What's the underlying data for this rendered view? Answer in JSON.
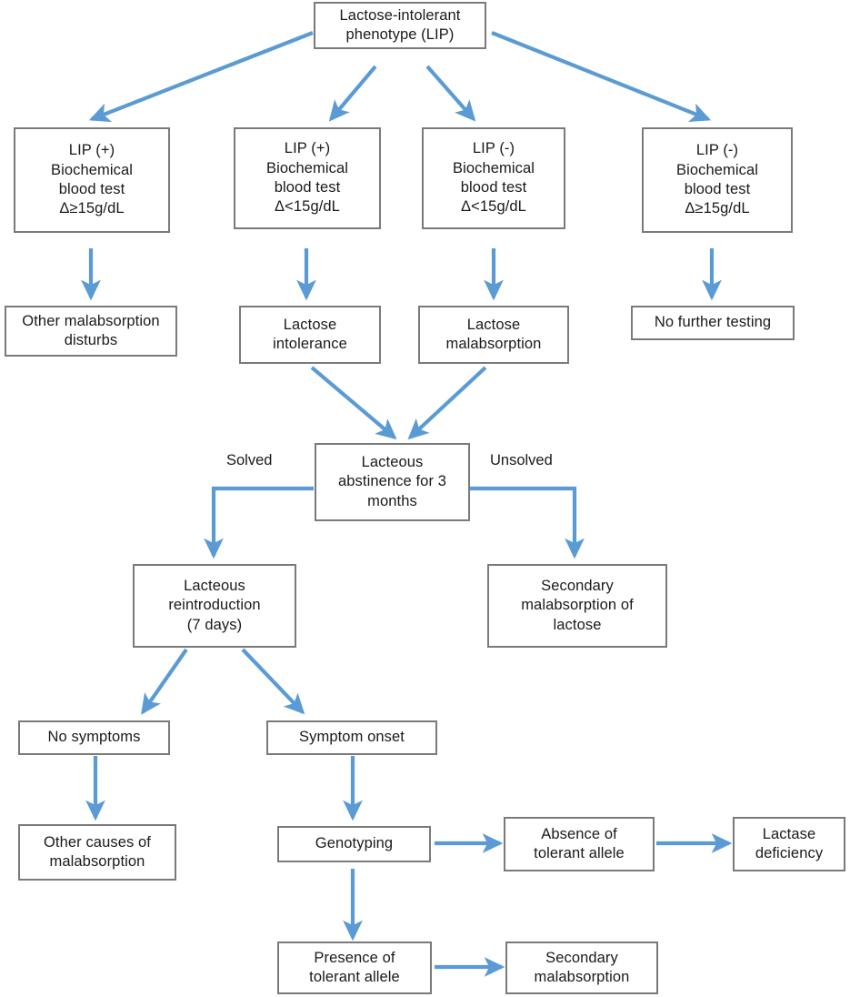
{
  "diagram": {
    "title": "Lactose intolerance diagnostic algorithm flowchart",
    "accent_color": "#5b9bd5",
    "box_border_color": "#7a7a7a",
    "background_color": "#ffffff",
    "text_color": "#1a1a1a"
  },
  "nodes": {
    "root": {
      "line1": "Lactose-intolerant",
      "line2": "phenotype (LIP)"
    },
    "lip_pos_high": {
      "line1": "LIP  (+)",
      "line2": "Biochemical",
      "line3": "blood test",
      "line4": "Δ≥15g/dL"
    },
    "lip_pos_low": {
      "line1": "LIP (+)",
      "line2": "Biochemical",
      "line3": "blood test",
      "line4": "Δ<15g/dL"
    },
    "lip_neg_low": {
      "line1": "LIP (-)",
      "line2": "Biochemical",
      "line3": "blood test",
      "line4": "Δ<15g/dL"
    },
    "lip_neg_high": {
      "line1": "LIP (-)",
      "line2": "Biochemical",
      "line3": "blood test",
      "line4": "Δ≥15g/dL"
    },
    "other_malabsorption_disturbs": {
      "line1": "Other  malabsorption",
      "line2": "disturbs"
    },
    "lactose_intolerance": {
      "line1": "Lactose",
      "line2": "intolerance"
    },
    "lactose_malabsorption": {
      "line1": "Lactose",
      "line2": "malabsorption"
    },
    "no_further_testing": {
      "line1": "No further testing"
    },
    "lacteous_abstinence": {
      "line1": "Lacteous",
      "line2": "abstinence for 3",
      "line3": "months"
    },
    "lacteous_reintroduction": {
      "line1": "Lacteous",
      "line2": "reintroduction",
      "line3": "(7 days)"
    },
    "secondary_malabsorption_lactose": {
      "line1": "Secondary",
      "line2": "malabsorption of",
      "line3": "lactose"
    },
    "no_symptoms": {
      "line1": "No symptoms"
    },
    "symptom_onset": {
      "line1": "Symptom  onset"
    },
    "other_causes_malabsorption": {
      "line1": "Other causes of",
      "line2": "malabsorption"
    },
    "genotyping": {
      "line1": "Genotyping"
    },
    "absence_tolerant_allele": {
      "line1": "Absence of",
      "line2": "tolerant allele"
    },
    "lactase_deficiency": {
      "line1": "Lactase",
      "line2": "deficiency"
    },
    "presence_tolerant_allele": {
      "line1": "Presence of",
      "line2": "tolerant allele"
    },
    "secondary_malabsorption": {
      "line1": "Secondary",
      "line2": "malabsorption"
    }
  },
  "edge_labels": {
    "solved": "Solved",
    "unsolved": "Unsolved"
  }
}
